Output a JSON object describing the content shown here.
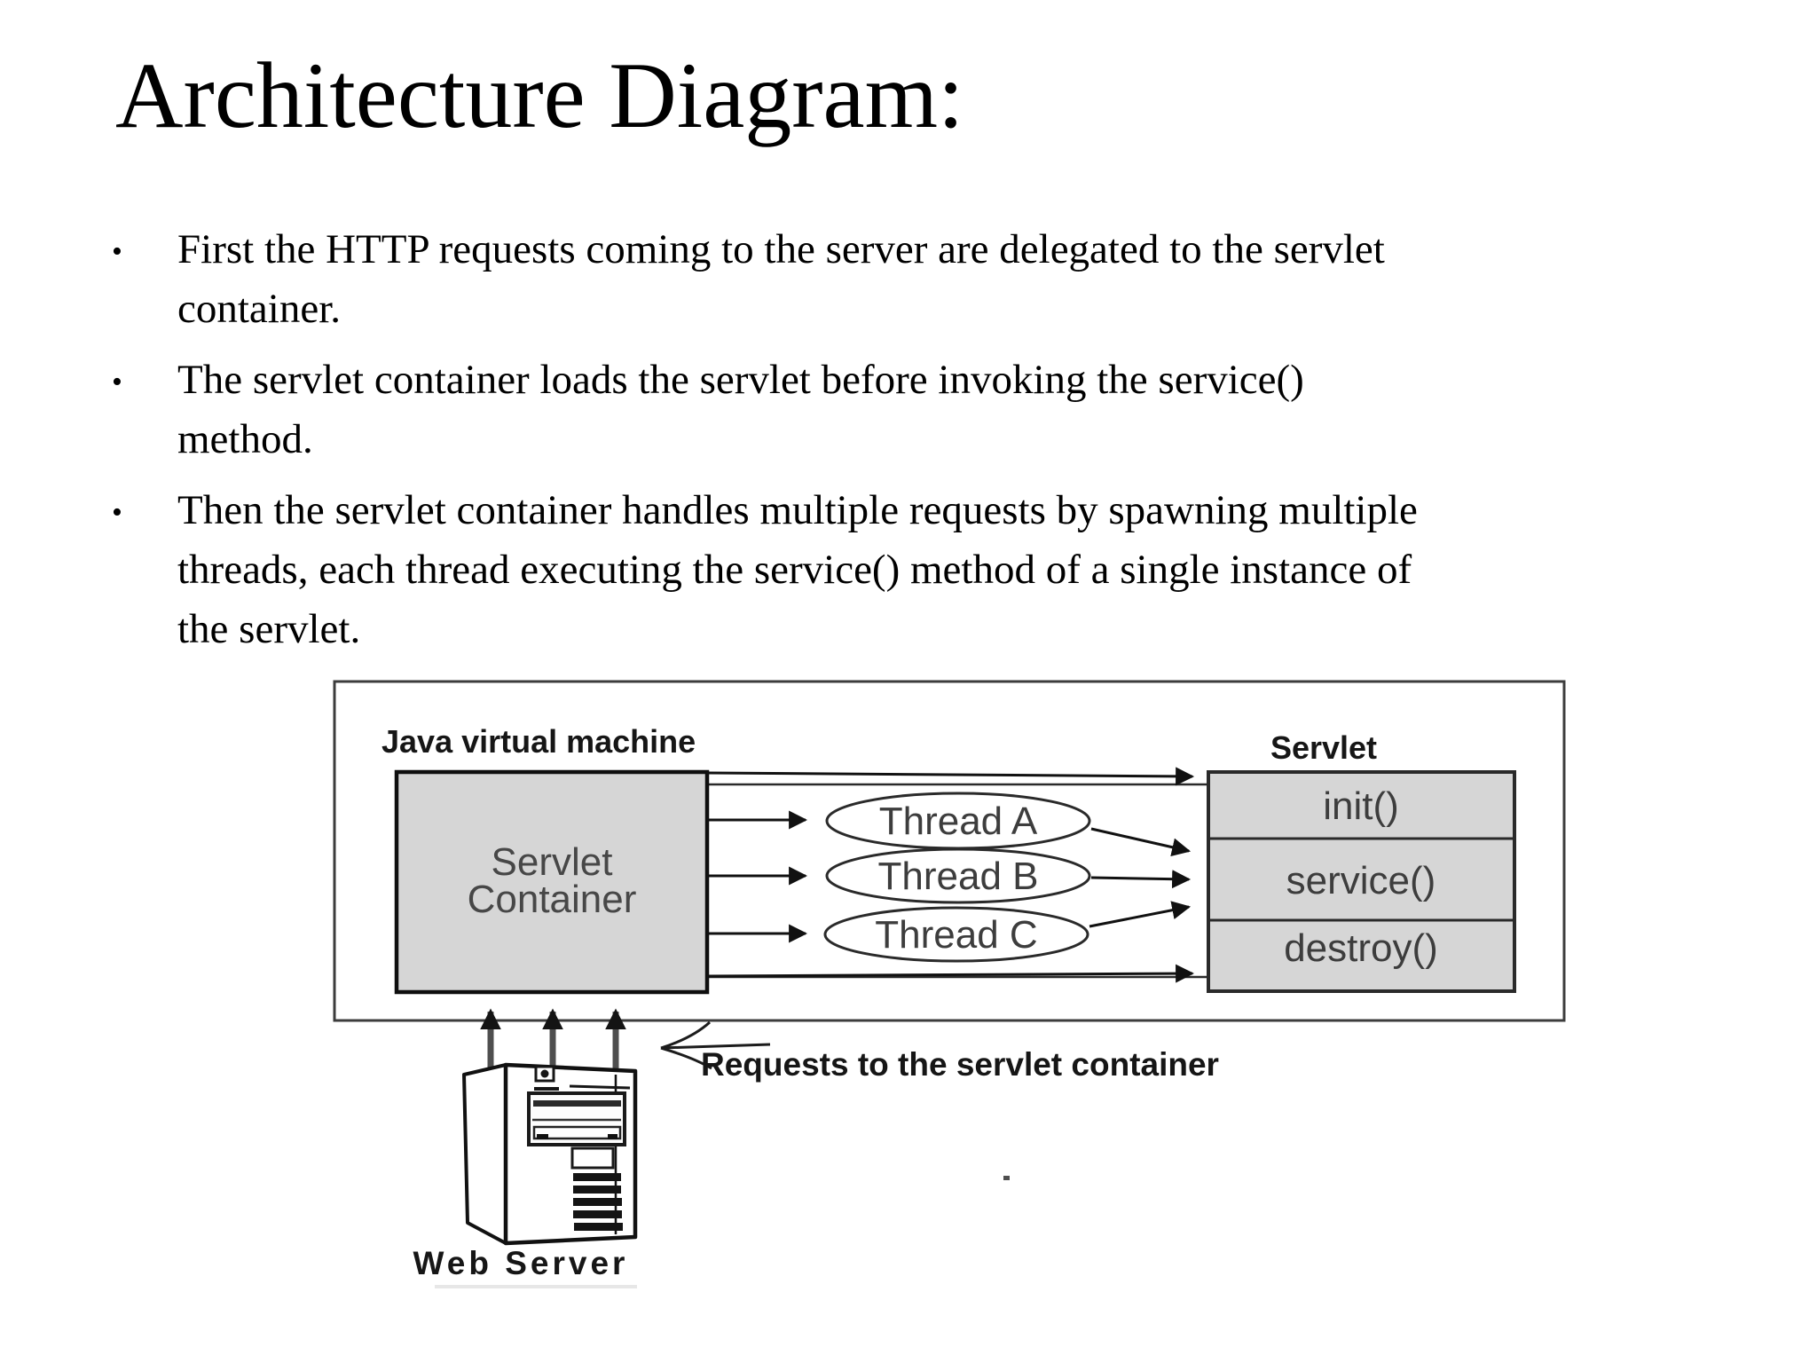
{
  "slide": {
    "title": "Architecture Diagram:",
    "bullet_marker": "•",
    "bullets": [
      {
        "lines": [
          "First the HTTP requests coming to the server are delegated to the servlet",
          "container."
        ]
      },
      {
        "lines": [
          "The servlet container loads the servlet before invoking the service()",
          "method."
        ]
      },
      {
        "lines": [
          "Then the servlet container handles multiple requests by spawning multiple",
          "threads, each thread executing the service() method of a single instance of",
          "the servlet."
        ]
      }
    ]
  },
  "diagram": {
    "jvm_label": "Java virtual machine",
    "servlet_label": "Servlet",
    "container_label": [
      "Servlet",
      "Container"
    ],
    "threads": [
      {
        "label": "Thread A"
      },
      {
        "label": "Thread B"
      },
      {
        "label": "Thread C"
      }
    ],
    "methods": [
      {
        "label": "init()"
      },
      {
        "label": "service()"
      },
      {
        "label": "destroy()"
      }
    ],
    "requests_label": "Requests to the servlet container",
    "web_server_label": "Web Server",
    "colors": {
      "box_fill": "#d6d6d6",
      "outline": "#2a2a2a",
      "muted_text": "#3d3d3d"
    }
  }
}
